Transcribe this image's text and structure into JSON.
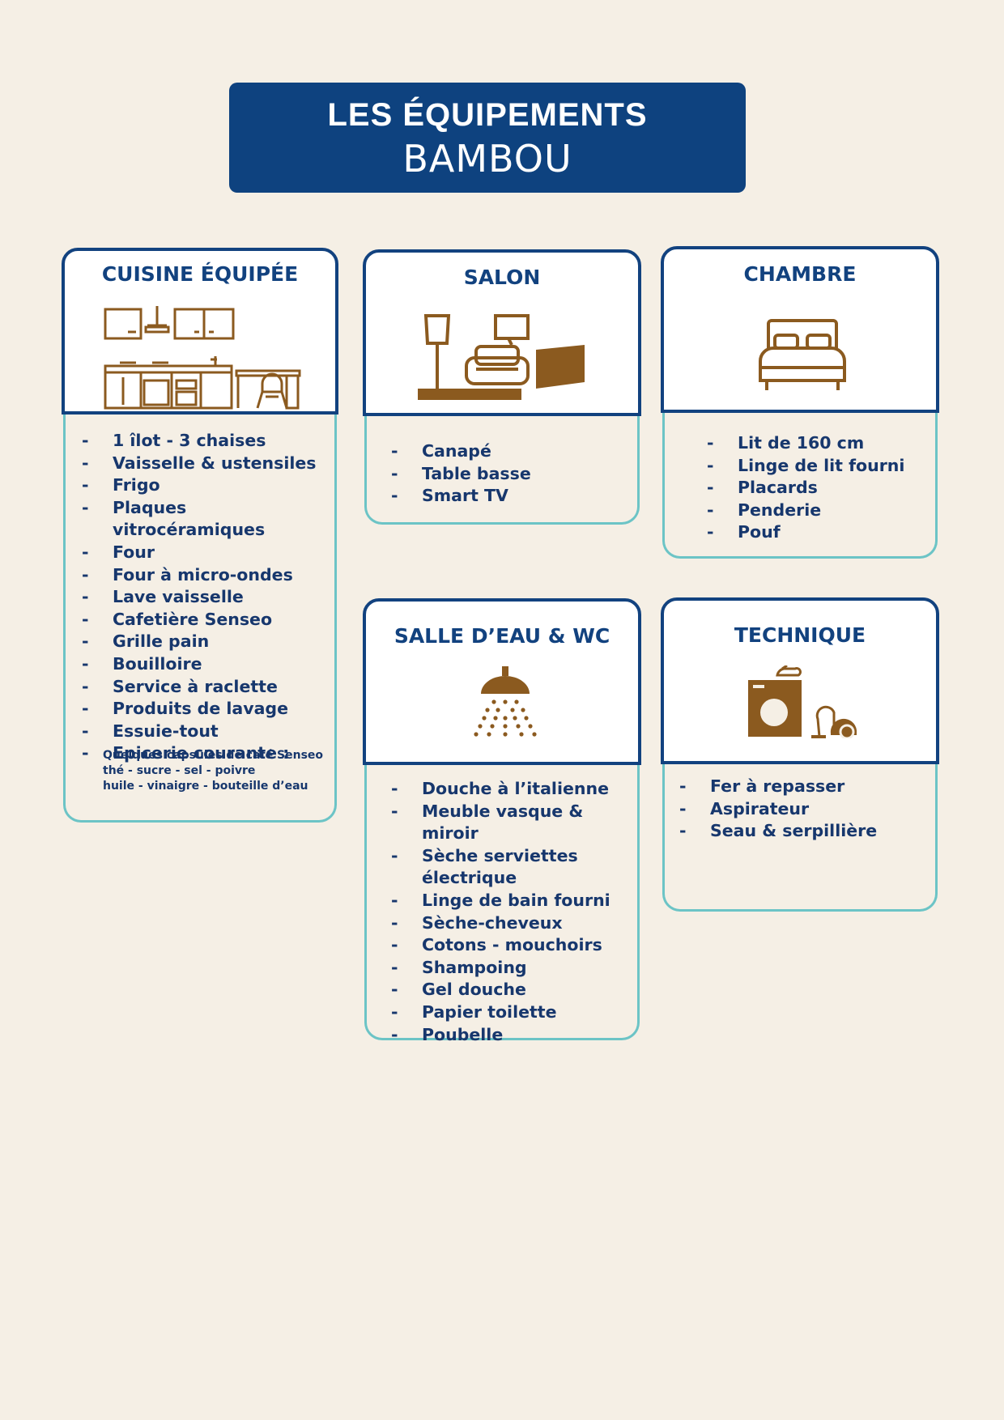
{
  "header": {
    "line1": "LES ÉQUIPEMENTS",
    "line2": "BAMBOU"
  },
  "cuisine": {
    "title": "CUISINE ÉQUIPÉE",
    "items": [
      "1 îlot - 3 chaises",
      "Vaisselle & ustensiles",
      "Frigo",
      "Plaques vitrocéramiques",
      "Four",
      "Four à micro-ondes",
      "Lave vaisselle",
      "Cafetière Senseo",
      "Grille pain",
      "Bouilloire",
      "Service à raclette",
      "Produits de lavage",
      "Essuie-tout",
      "Epicerie courante :"
    ],
    "notes": [
      "Quelques capsules de café Senseo",
      "thé - sucre - sel - poivre",
      "huile - vinaigre - bouteille d’eau"
    ]
  },
  "salon": {
    "title": "SALON",
    "items": [
      "Canapé",
      "Table basse",
      "Smart TV"
    ]
  },
  "chambre": {
    "title": "CHAMBRE",
    "items": [
      "Lit de 160 cm",
      "Linge de lit fourni",
      "Placards",
      "Penderie",
      "Pouf"
    ]
  },
  "salle_eau": {
    "title": "SALLE D’EAU & WC",
    "items": [
      "Douche à l’italienne",
      "Meuble vasque & miroir",
      "Sèche serviettes",
      "électrique",
      "Linge de bain fourni",
      "Sèche-cheveux",
      "Cotons - mouchoirs",
      "Shampoing",
      "Gel douche",
      "Papier toilette",
      "Poubelle"
    ]
  },
  "technique": {
    "title": "TECHNIQUE",
    "items": [
      "Fer à repasser",
      "Aspirateur",
      "Seau & serpillière"
    ]
  },
  "colors": {
    "navy": "#12427f",
    "teal": "#6cc4c6",
    "brown": "#8b5a1f",
    "background": "#f5efe5"
  },
  "icons": [
    "kitchen-icon",
    "living-room-icon",
    "bed-icon",
    "shower-icon",
    "appliances-icon"
  ]
}
